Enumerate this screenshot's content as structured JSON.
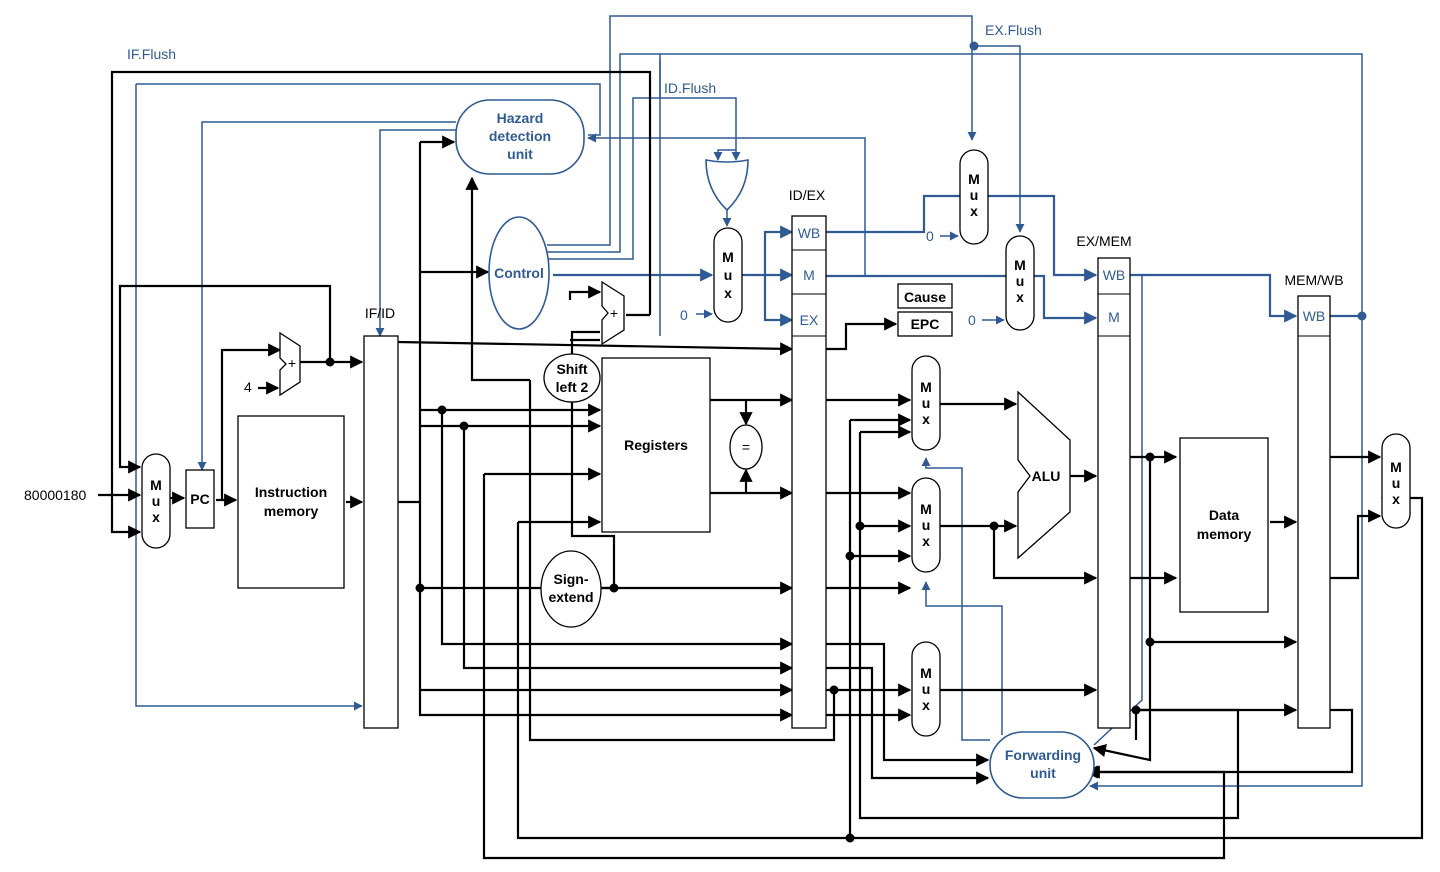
{
  "labels": {
    "if_flush": "IF.Flush",
    "id_flush": "ID.Flush",
    "ex_flush": "EX.Flush",
    "hazard": [
      "Hazard",
      "detection",
      "unit"
    ],
    "control": "Control",
    "id_ex": "ID/EX",
    "ex_mem": "EX/MEM",
    "mem_wb": "MEM/WB",
    "if_id": "IF/ID",
    "wb": "WB",
    "m": "M",
    "ex": "EX",
    "cause": "Cause",
    "epc": "EPC",
    "zero": "0",
    "four": "4",
    "address": "80000180",
    "pc": "PC",
    "instruction_memory": [
      "Instruction",
      "memory"
    ],
    "registers": "Registers",
    "shift_left": [
      "Shift",
      "left 2"
    ],
    "sign_extend": [
      "Sign-",
      "extend"
    ],
    "alu": "ALU",
    "data_memory": [
      "Data",
      "memory"
    ],
    "forwarding": [
      "Forwarding",
      "unit"
    ],
    "equal": "=",
    "plus": "+",
    "mux": [
      "M",
      "u",
      "x"
    ]
  }
}
